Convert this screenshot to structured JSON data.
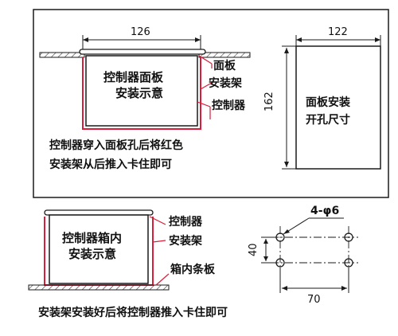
{
  "top_diagram": {
    "width_dim": "126",
    "center_text_line1": "控制器面板",
    "center_text_line2": "安装示意",
    "label_panel_line1": "面板",
    "label_bracket": "安装架",
    "label_controller": "控制器",
    "note_line1": "控制器穿入面板孔后将红色",
    "note_line2": "安装架从后推入卡住即可",
    "cutout_width_dim": "122",
    "cutout_height_dim": "162",
    "cutout_text_line1": "面板安装",
    "cutout_text_line2": "开孔尺寸"
  },
  "bottom_diagram": {
    "center_text_line1": "控制器箱内",
    "center_text_line2": "安装示意",
    "label_controller": "控制器",
    "label_bracket": "安装架",
    "label_rail": "箱内条板",
    "hole_spec": "4-φ6",
    "hole_vertical_dim": "40",
    "hole_horizontal_dim": "70",
    "note": "安装架安装好后将控制器推入卡住即可"
  },
  "colors": {
    "line": "#1a1a1a",
    "bracket_red": "#d81e3a",
    "hatch": "#333333"
  }
}
